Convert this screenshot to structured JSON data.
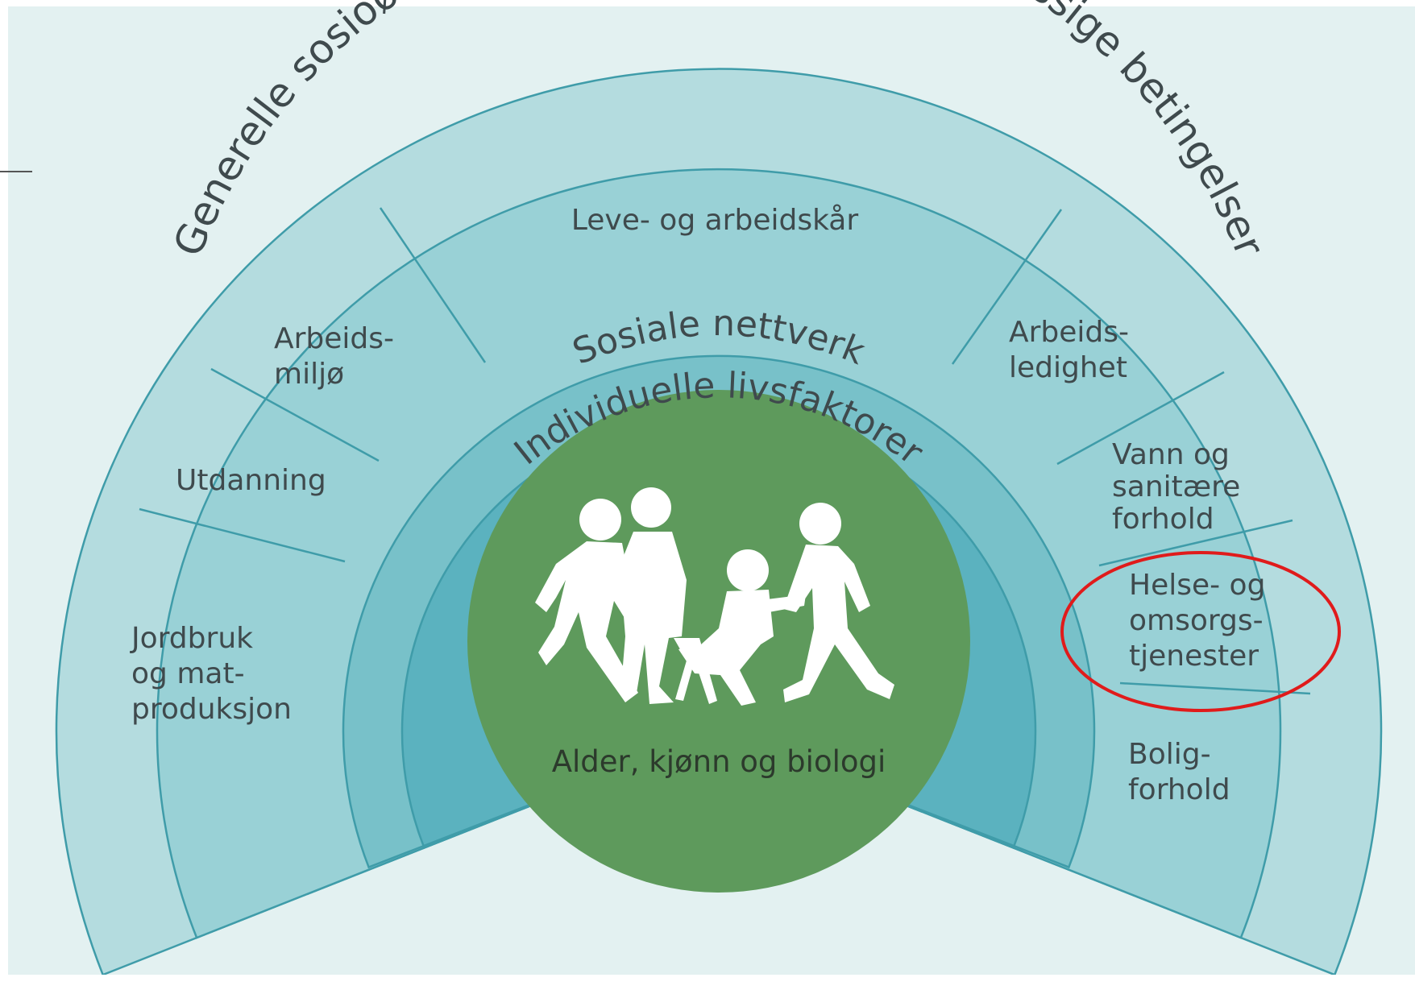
{
  "outer_ring": {
    "label": "Generelle sosioøkonomiske, kulturelle og miljømessige betingelser"
  },
  "living_conditions": {
    "title": "Leve- og arbeidskår",
    "segments": [
      {
        "id": "jordbruk",
        "lines": [
          "Jordbruk",
          "og mat-",
          "produksjon"
        ]
      },
      {
        "id": "utdanning",
        "lines": [
          "Utdanning"
        ]
      },
      {
        "id": "arbeidsmiljo",
        "lines": [
          "Arbeids-",
          "miljø"
        ]
      },
      {
        "id": "arbeidsledighet",
        "lines": [
          "Arbeids-",
          "ledighet"
        ]
      },
      {
        "id": "vann",
        "lines": [
          "Vann og",
          "sanitære",
          "forhold"
        ]
      },
      {
        "id": "helse",
        "lines": [
          "Helse- og",
          "omsorgs-",
          "tjenester"
        ],
        "highlighted": true
      },
      {
        "id": "bolig",
        "lines": [
          "Bolig-",
          "forhold"
        ]
      }
    ]
  },
  "social_networks": {
    "label": "Sosiale nettverk"
  },
  "individual_factors": {
    "label": "Individuelle livsfaktorer"
  },
  "center": {
    "label": "Alder, kjønn og biologi"
  },
  "colors": {
    "background": "#e3f1f1",
    "outer_ring": "#b4dcdf",
    "living_band": "#99d1d6",
    "social_ring": "#78c1c9",
    "individual_ring": "#5bb2bf",
    "center": "#5e9a5c",
    "highlight": "#e01b1b"
  }
}
